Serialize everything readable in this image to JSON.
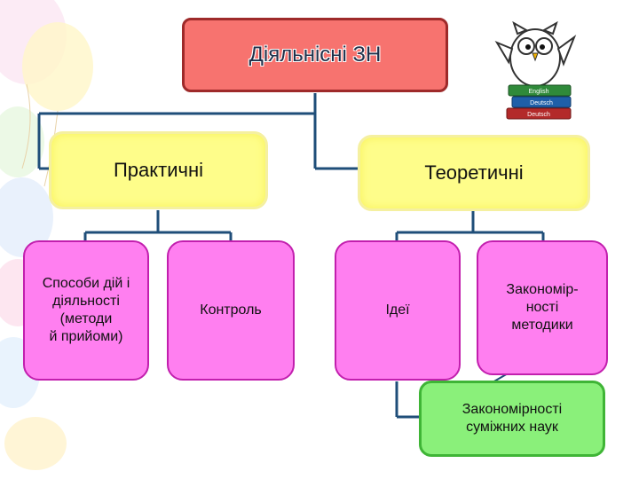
{
  "root": {
    "label": "Діяльнісні ЗН"
  },
  "level1": {
    "practical": "Практичні",
    "theoretical": "Теоретичні"
  },
  "level2": {
    "methods": [
      "Способи дій і",
      "діяльності",
      "(методи",
      "й прийоми)"
    ],
    "control": "Контроль",
    "ideas": "Ідеї",
    "regularities": [
      "Закономір-",
      "ності",
      "методики"
    ]
  },
  "related": {
    "label": [
      "Закономірності",
      "суміжних наук"
    ]
  },
  "illustration": {
    "books": [
      "English",
      "Deutsch",
      "Deutsch"
    ]
  },
  "colors": {
    "root_fill": "#f7736f",
    "yellow_fill": "#fefd8a",
    "pink_fill": "#ff7ff0",
    "green_fill": "#8af07a",
    "connector": "#1f4e79"
  }
}
